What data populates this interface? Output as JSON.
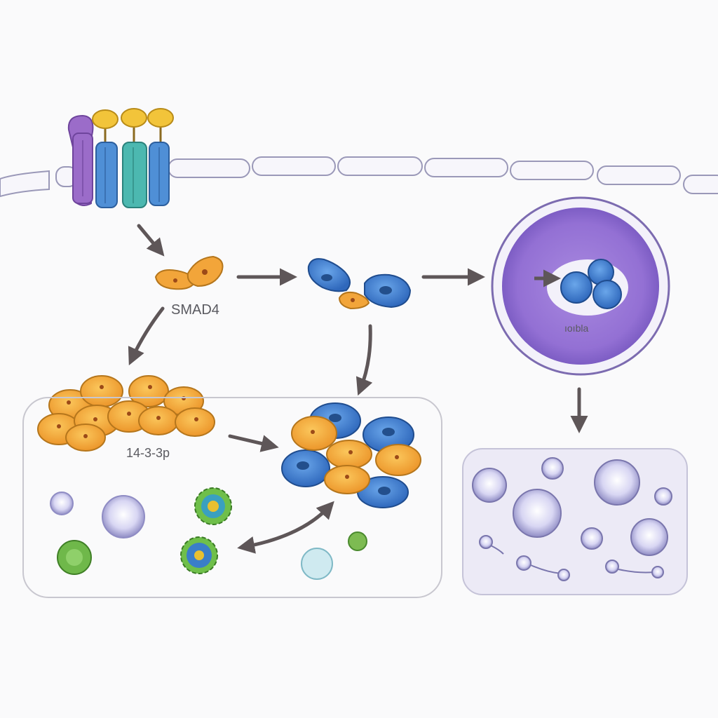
{
  "labels": {
    "smad4": "SMAD4",
    "protein_1433": "14-3-3p",
    "nucleus_text": "ıoıbla"
  },
  "colors": {
    "background": "#fafafb",
    "membrane_fill": "#f7f6fb",
    "membrane_stroke": "#9a98b8",
    "receptor_purple": "#9b6cc9",
    "receptor_blue": "#4f8fd6",
    "receptor_teal": "#4cb8b0",
    "ligand_yellow": "#f0c030",
    "smad_orange": "#f2a53a",
    "smad_blue": "#3e7ed0",
    "nucleus_purple": "#9a7ad6",
    "arrow": "#5e5658",
    "green_cell": "#6fb84a",
    "vesicle": "#c9c6ea"
  },
  "icons": [
    "receptor-complex-icon",
    "smad-dimer-icon",
    "smad-complex-icon",
    "nucleus-icon",
    "cell-cluster-icon",
    "vesicle-icon",
    "virus-like-particle-icon"
  ]
}
